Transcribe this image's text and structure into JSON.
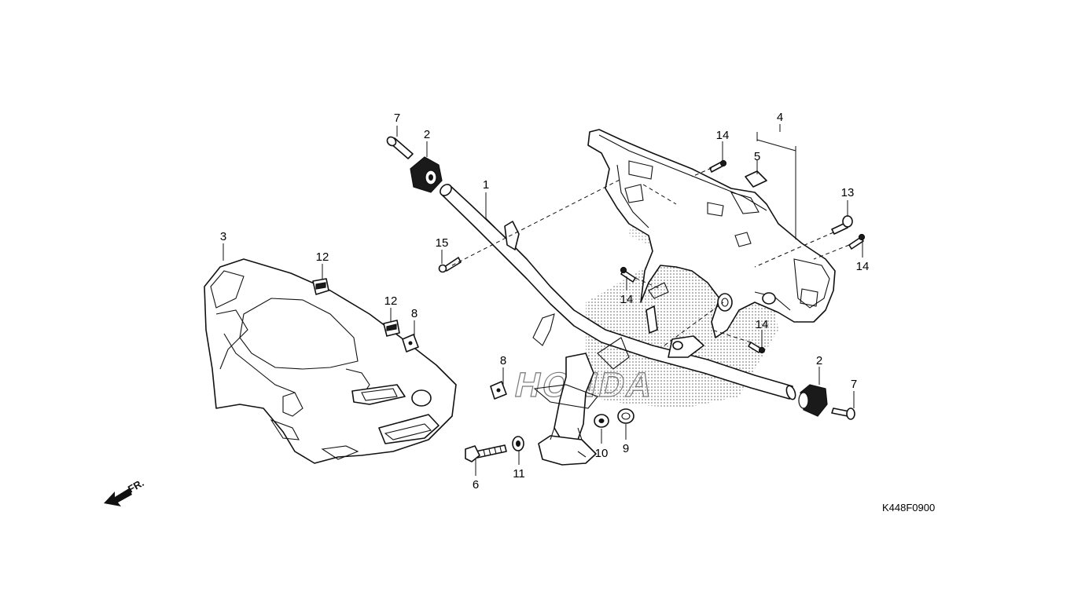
{
  "diagram": {
    "figure_code": "K448F0900",
    "front_indicator": "FR.",
    "brand_watermark": "HONDA",
    "callouts": [
      {
        "id": "c1",
        "number": "1"
      },
      {
        "id": "c2a",
        "number": "2"
      },
      {
        "id": "c2b",
        "number": "2"
      },
      {
        "id": "c3",
        "number": "3"
      },
      {
        "id": "c4",
        "number": "4"
      },
      {
        "id": "c5",
        "number": "5"
      },
      {
        "id": "c6",
        "number": "6"
      },
      {
        "id": "c7a",
        "number": "7"
      },
      {
        "id": "c7b",
        "number": "7"
      },
      {
        "id": "c8a",
        "number": "8"
      },
      {
        "id": "c8b",
        "number": "8"
      },
      {
        "id": "c9",
        "number": "9"
      },
      {
        "id": "c10",
        "number": "10"
      },
      {
        "id": "c11",
        "number": "11"
      },
      {
        "id": "c12a",
        "number": "12"
      },
      {
        "id": "c12b",
        "number": "12"
      },
      {
        "id": "c13",
        "number": "13"
      },
      {
        "id": "c14a",
        "number": "14"
      },
      {
        "id": "c14b",
        "number": "14"
      },
      {
        "id": "c14c",
        "number": "14"
      },
      {
        "id": "c14d",
        "number": "14"
      },
      {
        "id": "c15",
        "number": "15"
      }
    ]
  }
}
